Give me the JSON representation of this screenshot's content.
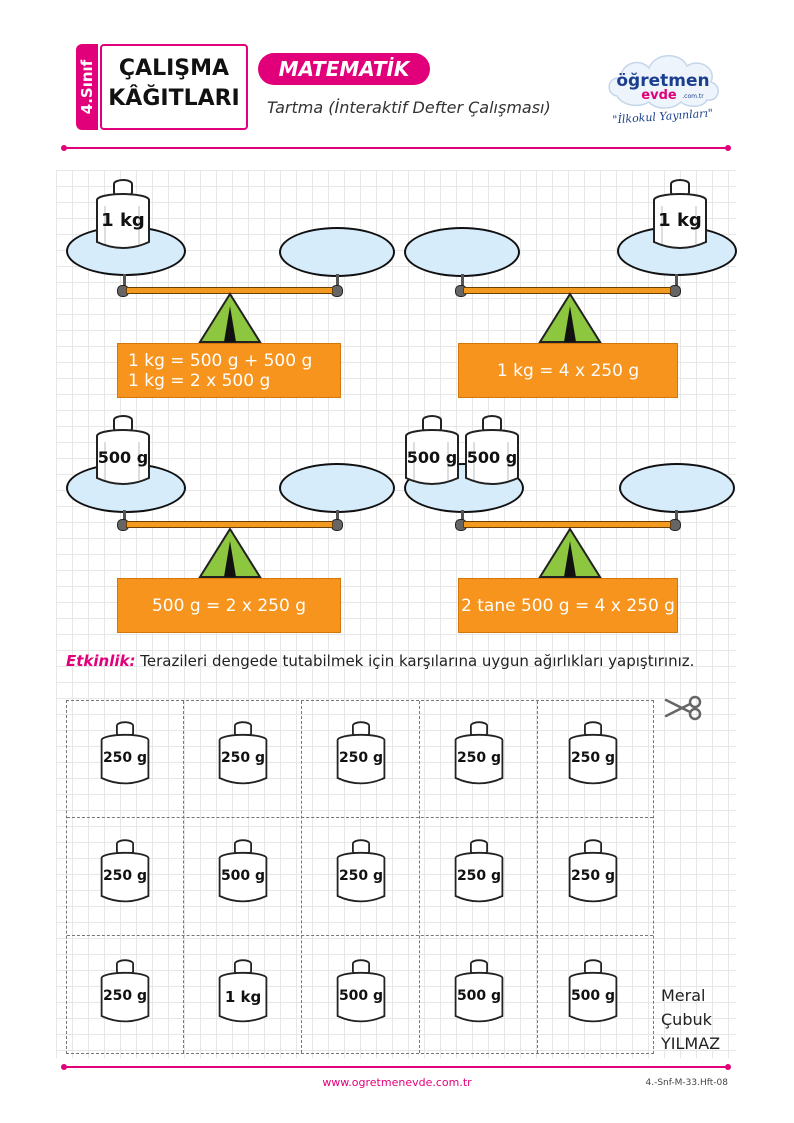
{
  "header": {
    "grade": "4.Sınıf",
    "title_line1": "ÇALIŞMA",
    "title_line2": "KÂĞITLARI",
    "subject": "MATEMATİK",
    "topic": "Tartma (İnteraktif Defter Çalışması)",
    "logo_word1": "öğretmen",
    "logo_word2": "evde",
    "logo_domain": ".com.tr",
    "logo_tagline": "\"İlkokul Yayınları\""
  },
  "scales": [
    {
      "weights": [
        "1 kg"
      ],
      "equation": [
        "1 kg = 500 g + 500 g",
        "1 kg = 2 x 500 g"
      ]
    },
    {
      "weights": [
        "1 kg"
      ],
      "equation": [
        "1 kg = 4 x 250 g"
      ]
    },
    {
      "weights": [
        "500 g"
      ],
      "equation": [
        "500 g = 2 x 250 g"
      ]
    },
    {
      "weights": [
        "500 g",
        "500 g"
      ],
      "equation": [
        "2 tane 500 g = 4 x 250 g"
      ]
    }
  ],
  "activity": {
    "label": "Etkinlik:",
    "text": " Terazileri dengede tutabilmek için karşılarına uygun ağırlıkları yapıştırınız."
  },
  "cutouts": [
    [
      "250 g",
      "250 g",
      "250 g",
      "250 g",
      "250 g"
    ],
    [
      "250 g",
      "500 g",
      "250 g",
      "250 g",
      "250 g"
    ],
    [
      "250 g",
      "1 kg",
      "500 g",
      "500 g",
      "500 g"
    ]
  ],
  "author": [
    "Meral",
    "Çubuk",
    "YILMAZ"
  ],
  "footer": {
    "url": "www.ogretmenevde.com.tr",
    "code": "4.-Snf-M-33.Hft-08"
  },
  "colors": {
    "accent": "#e2007a",
    "orange": "#f7941d",
    "pan": "#d6ecfb",
    "fulcrum": "#8dc63f"
  }
}
